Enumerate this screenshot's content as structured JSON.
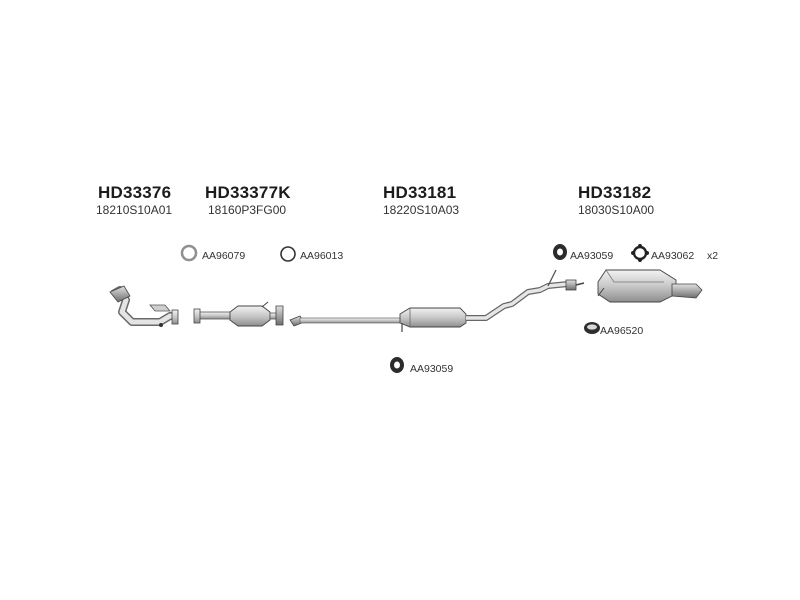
{
  "parts": [
    {
      "code": "HD33376",
      "oem": "18210S10A01"
    },
    {
      "code": "HD33377K",
      "oem": "18160P3FG00"
    },
    {
      "code": "HD33181",
      "oem": "18220S10A03"
    },
    {
      "code": "HD33182",
      "oem": "18030S10A00"
    }
  ],
  "accessories": {
    "gasket_1": "AA96079",
    "gasket_2": "AA96013",
    "hanger_rear": "AA93059",
    "hanger_bracket": "AA93062",
    "hanger_bracket_qty": "x2",
    "bush": "AA96520",
    "hanger_mid": "AA93059"
  }
}
